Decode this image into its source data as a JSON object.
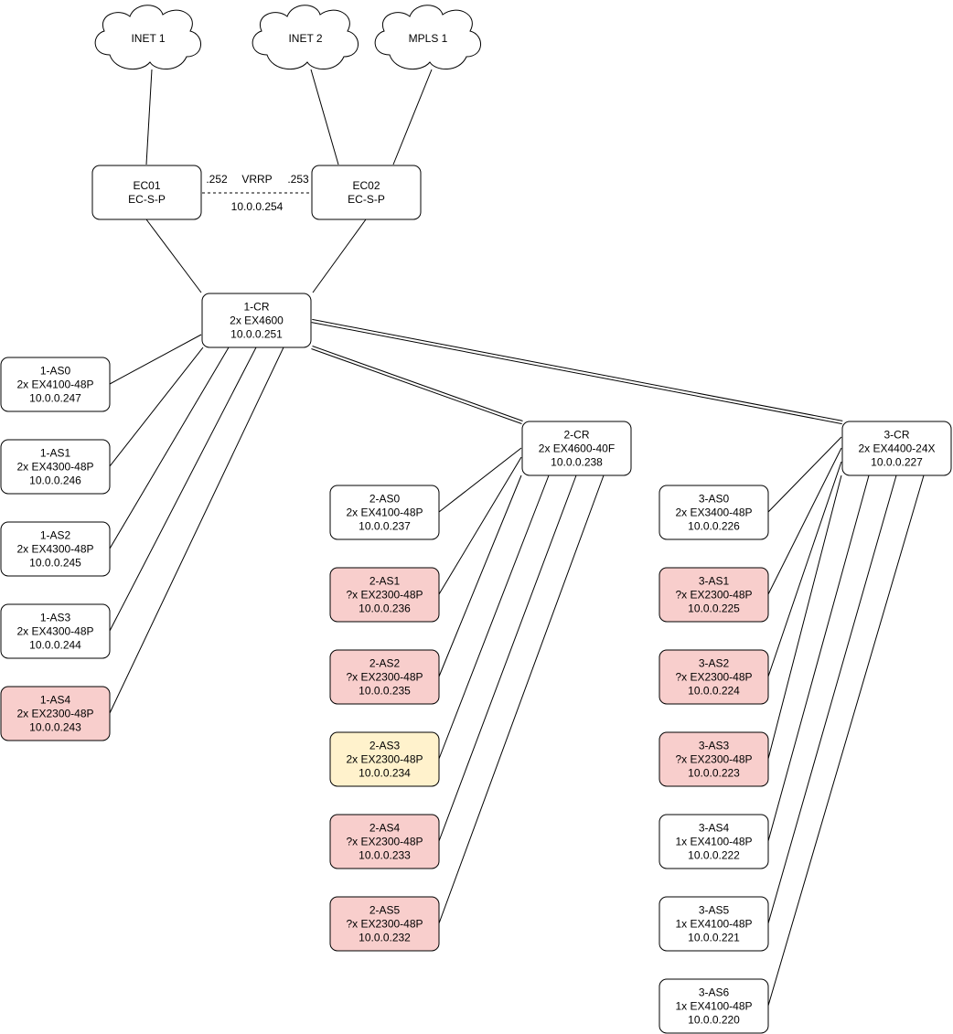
{
  "colors": {
    "default_fill": "#ffffff",
    "red_fill": "#f8cecc",
    "red_stroke": "#b85450",
    "yellow_fill": "#fff2cc",
    "yellow_stroke": "#d6b656",
    "line": "#000000"
  },
  "clouds": [
    {
      "id": "inet1",
      "label": "INET 1"
    },
    {
      "id": "inet2",
      "label": "INET 2"
    },
    {
      "id": "mpls1",
      "label": "MPLS 1"
    }
  ],
  "edge": {
    "ec01": {
      "name": "EC01",
      "model": "EC-S-P"
    },
    "ec02": {
      "name": "EC02",
      "model": "EC-S-P"
    },
    "vrrp": {
      "label": "VRRP",
      "left_ip": ".252",
      "right_ip": ".253",
      "vip": "10.0.0.254"
    }
  },
  "core": {
    "name": "1-CR",
    "model": "2x EX4600",
    "ip": "10.0.0.251"
  },
  "site1": {
    "switches": [
      {
        "name": "1-AS0",
        "model": "2x EX4100-48P",
        "ip": "10.0.0.247",
        "status": "ok"
      },
      {
        "name": "1-AS1",
        "model": "2x EX4300-48P",
        "ip": "10.0.0.246",
        "status": "ok"
      },
      {
        "name": "1-AS2",
        "model": "2x EX4300-48P",
        "ip": "10.0.0.245",
        "status": "ok"
      },
      {
        "name": "1-AS3",
        "model": "2x EX4300-48P",
        "ip": "10.0.0.244",
        "status": "ok"
      },
      {
        "name": "1-AS4",
        "model": "2x EX2300-48P",
        "ip": "10.0.0.243",
        "status": "red"
      }
    ]
  },
  "site2": {
    "core": {
      "name": "2-CR",
      "model": "2x EX4600-40F",
      "ip": "10.0.0.238"
    },
    "switches": [
      {
        "name": "2-AS0",
        "model": "2x EX4100-48P",
        "ip": "10.0.0.237",
        "status": "ok"
      },
      {
        "name": "2-AS1",
        "model": "?x EX2300-48P",
        "ip": "10.0.0.236",
        "status": "red"
      },
      {
        "name": "2-AS2",
        "model": "?x EX2300-48P",
        "ip": "10.0.0.235",
        "status": "red"
      },
      {
        "name": "2-AS3",
        "model": "2x EX2300-48P",
        "ip": "10.0.0.234",
        "status": "yellow"
      },
      {
        "name": "2-AS4",
        "model": "?x EX2300-48P",
        "ip": "10.0.0.233",
        "status": "red"
      },
      {
        "name": "2-AS5",
        "model": "?x EX2300-48P",
        "ip": "10.0.0.232",
        "status": "red"
      }
    ]
  },
  "site3": {
    "core": {
      "name": "3-CR",
      "model": "2x EX4400-24X",
      "ip": "10.0.0.227"
    },
    "switches": [
      {
        "name": "3-AS0",
        "model": "2x EX3400-48P",
        "ip": "10.0.0.226",
        "status": "ok"
      },
      {
        "name": "3-AS1",
        "model": "?x EX2300-48P",
        "ip": "10.0.0.225",
        "status": "red"
      },
      {
        "name": "3-AS2",
        "model": "?x EX2300-48P",
        "ip": "10.0.0.224",
        "status": "red"
      },
      {
        "name": "3-AS3",
        "model": "?x EX2300-48P",
        "ip": "10.0.0.223",
        "status": "red"
      },
      {
        "name": "3-AS4",
        "model": "1x EX4100-48P",
        "ip": "10.0.0.222",
        "status": "ok"
      },
      {
        "name": "3-AS5",
        "model": "1x EX4100-48P",
        "ip": "10.0.0.221",
        "status": "ok"
      },
      {
        "name": "3-AS6",
        "model": "1x EX4100-48P",
        "ip": "10.0.0.220",
        "status": "ok"
      }
    ]
  }
}
